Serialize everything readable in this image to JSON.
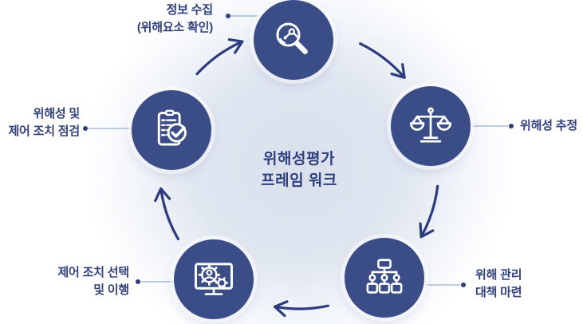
{
  "diagram": {
    "center_title": "위해성평가\n프레임 워크",
    "nodes": [
      {
        "id": "info-collection",
        "label": "정보 수집\n(위해요소 확인)",
        "icon": "search-chart-icon"
      },
      {
        "id": "risk-estimation",
        "label": "위해성 추정",
        "icon": "scale-icon"
      },
      {
        "id": "risk-management",
        "label": "위해 관리\n대책 마련",
        "icon": "orgchart-icon"
      },
      {
        "id": "control-measures",
        "label": "제어 조치 선택\n및 이행",
        "icon": "monitor-gear-icon"
      },
      {
        "id": "risk-control-check",
        "label": "위해성 및\n제어 조치 점검",
        "icon": "checklist-icon"
      }
    ],
    "colors": {
      "node_fill": "#3b4d87",
      "icon_stroke": "#ffffff",
      "arrow": "#2b3b7d",
      "label_text": "#33427e",
      "center_text": "#2f3f7e",
      "connector_line": "#a9b9d6",
      "connector_dot": "#2e3f7b",
      "background_blob": "#d9e0ec"
    }
  }
}
